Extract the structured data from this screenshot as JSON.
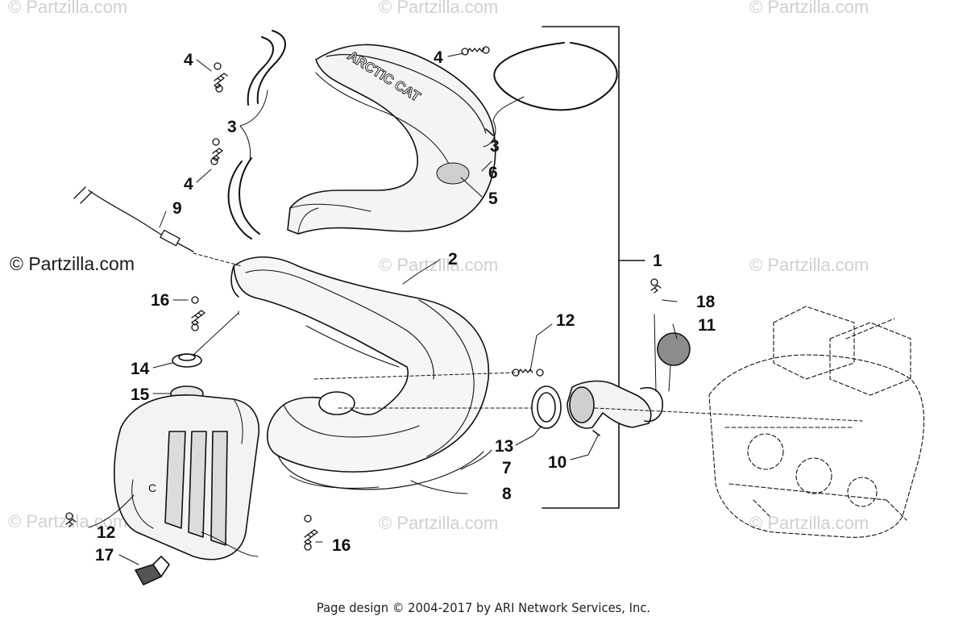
{
  "watermarks": {
    "top_left": "© Partzilla.com",
    "top_center": "© Partzilla.com",
    "top_right": "© Partzilla.com",
    "mid_left": "© Partzilla.com",
    "mid_center": "© Partzilla.com",
    "mid_right": "© Partzilla.com",
    "bottom_left": "© Partzilla.com",
    "bottom_center": "© Partzilla.com",
    "bottom_right": "© Partzilla.com"
  },
  "heat_shield_logo": "ARCTIC CAT",
  "callouts": {
    "c1": "1",
    "c2": "2",
    "c3_left": "3",
    "c3_right": "3",
    "c4_top_left": "4",
    "c4_mid_left": "4",
    "c4_top_right": "4",
    "c5": "5",
    "c6": "6",
    "c7": "7",
    "c8": "8",
    "c9": "9",
    "c10": "10",
    "c11": "11",
    "c12_upper": "12",
    "c12_lower": "12",
    "c13": "13",
    "c14": "14",
    "c15": "15",
    "c16_upper": "16",
    "c16_lower": "16",
    "c17": "17",
    "c18": "18"
  },
  "footer": "Page design © 2004-2017 by ARI Network Services, Inc."
}
